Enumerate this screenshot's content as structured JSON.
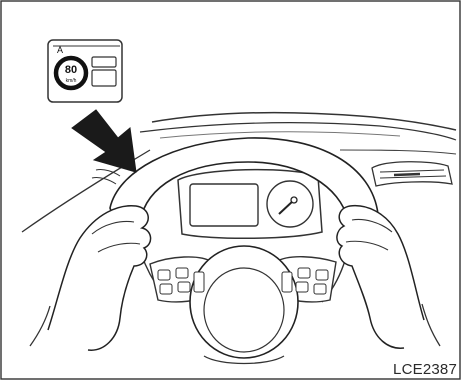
{
  "figure_code": "LCE2387",
  "sign_icon": {
    "symbol": "A",
    "speed": "80",
    "unit": "km/h"
  }
}
